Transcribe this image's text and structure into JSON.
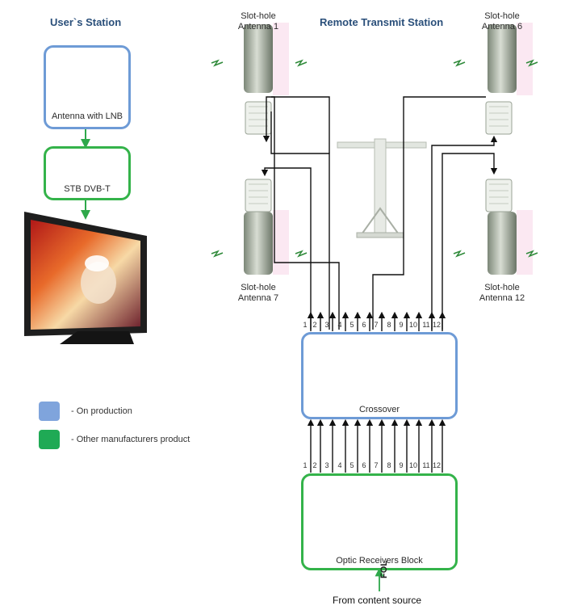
{
  "titles": {
    "users_station": "User`s Station",
    "remote_station": "Remote Transmit Station"
  },
  "user_station": {
    "antenna_label": "Antenna with LNB",
    "stb_label": "STB  DVB-T"
  },
  "antennas": {
    "a1": [
      "Slot-hole",
      "Antenna 1"
    ],
    "a6": [
      "Slot-hole",
      "Antenna 6"
    ],
    "a7": [
      "Slot-hole",
      "Antenna 7"
    ],
    "a12": [
      "Slot-hole",
      "Antenna 12"
    ]
  },
  "crossover": {
    "label": "Crossover"
  },
  "optic_block": {
    "label": "Optic Receivers Block"
  },
  "channels": [
    "1",
    "2",
    "3",
    "4",
    "5",
    "6",
    "7",
    "8",
    "9",
    "10",
    "11",
    "12"
  ],
  "source": {
    "fol_label": "FOL",
    "from_label": "From content source"
  },
  "legend": [
    {
      "color": "#7fa4dc",
      "text": "- On production"
    },
    {
      "color": "#1faa55",
      "text": "- Other manufacturers product"
    }
  ],
  "colors": {
    "blue_box": "#6e9bd6",
    "green_box": "#34b34a",
    "title": "#2a4f7a"
  }
}
